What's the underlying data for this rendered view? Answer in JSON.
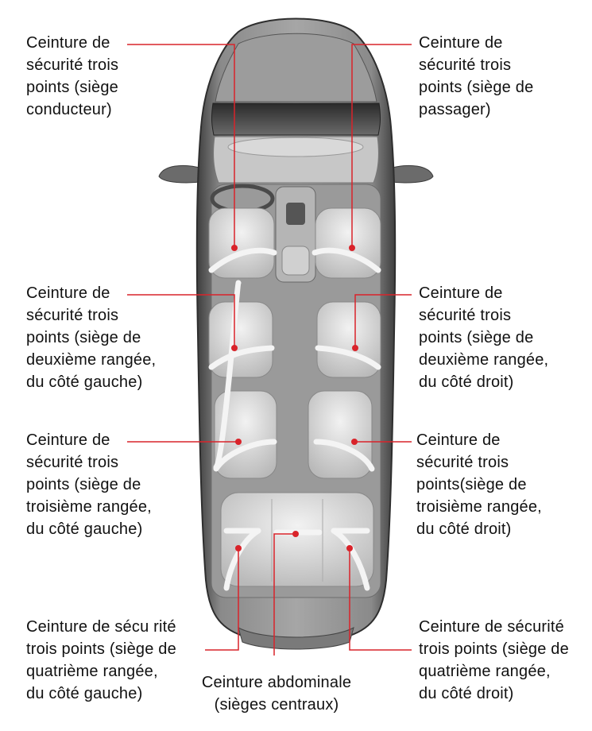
{
  "colors": {
    "leader": "#d9232a",
    "dot": "#d9232a",
    "body_dark": "#5a5a5a",
    "body_mid": "#8c8c8c",
    "seat": "#d8d8d8",
    "belt": "#f2f2f2",
    "text": "#111111"
  },
  "labels": {
    "driver": "Ceinture de\nsécurité trois\npoints (siège\nconducteur)",
    "passenger": "Ceinture de\nsécurité trois\npoints (siège de\npassager)",
    "row2_left": "Ceinture de\nsécurité trois\npoints (siège de\ndeuxième rangée,\ndu côté gauche)",
    "row2_right": "Ceinture de\nsécurité trois\npoints (siège de\ndeuxième rangée,\ndu côté droit)",
    "row3_left": "Ceinture de\nsécurité trois\npoints (siège de\ntroisième rangée,\ndu côté gauche)",
    "row3_right": "Ceinture de\nsécurité trois\npoints(siège de\ntroisième rangée,\ndu côté droit)",
    "row4_left": "Ceinture de sécu rité\ntrois points (siège de\nquatrième rangée,\ndu côté gauche)",
    "row4_right": "Ceinture de sécurité\ntrois points (siège de\nquatrième rangée,\ndu côté droit)",
    "center_lap": "Ceinture abdominale\n(sièges centraux)"
  }
}
